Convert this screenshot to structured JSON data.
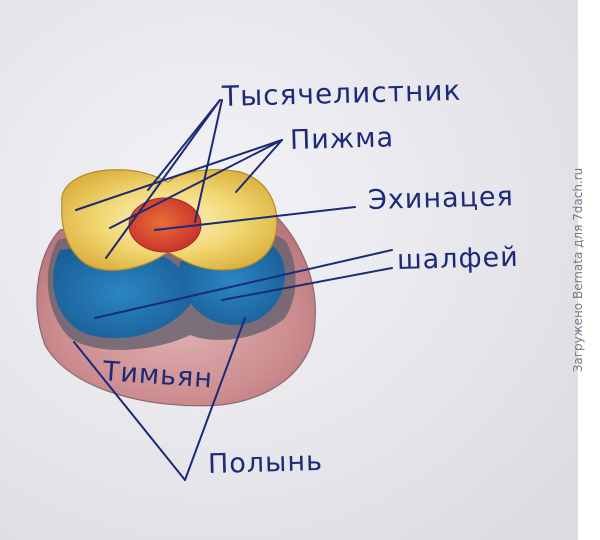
{
  "labels": {
    "yarrow": "Тысячелистник",
    "tansy": "Пижма",
    "echinacea": "Эхинацея",
    "sage": "шалфей",
    "thyme": "Тимьян",
    "wormwood": "Полынь"
  },
  "watermark": "Загружено Bernata для 7dach.ru",
  "colors": {
    "ink": "#1c2a78",
    "thyme_zone": "#c98a8e",
    "sage_zone": "#1f6fa8",
    "tansy_zone": "#e9c650",
    "echinacea_zone": "#d9502e"
  }
}
